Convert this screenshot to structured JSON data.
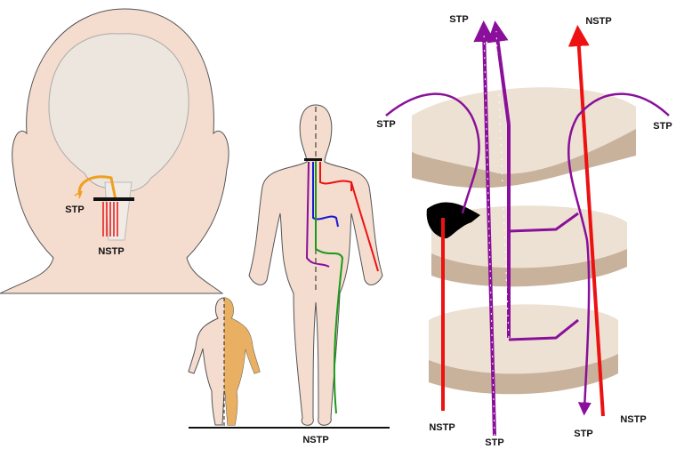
{
  "head_panel": {
    "stp_label": "STP",
    "nstp_label": "NSTP"
  },
  "body_panel": {
    "nstp_label": "NSTP"
  },
  "spinal_panel": {
    "stp_top": "STP",
    "nstp_top": "NSTP",
    "stp_left": "STP",
    "stp_right": "STP",
    "nstp_bottom_left": "NSTP",
    "stp_bottom": "STP",
    "stp_bottom_right": "STP",
    "nstp_bottom_right": "NSTP"
  },
  "colors": {
    "stp": "#8a0f9a",
    "nstp": "#ee1111",
    "skin": "#f4dccf",
    "tissue": "#e9dccb",
    "orange": "#f0a020",
    "green": "#1a9a1a",
    "blue": "#1a1ad0"
  }
}
